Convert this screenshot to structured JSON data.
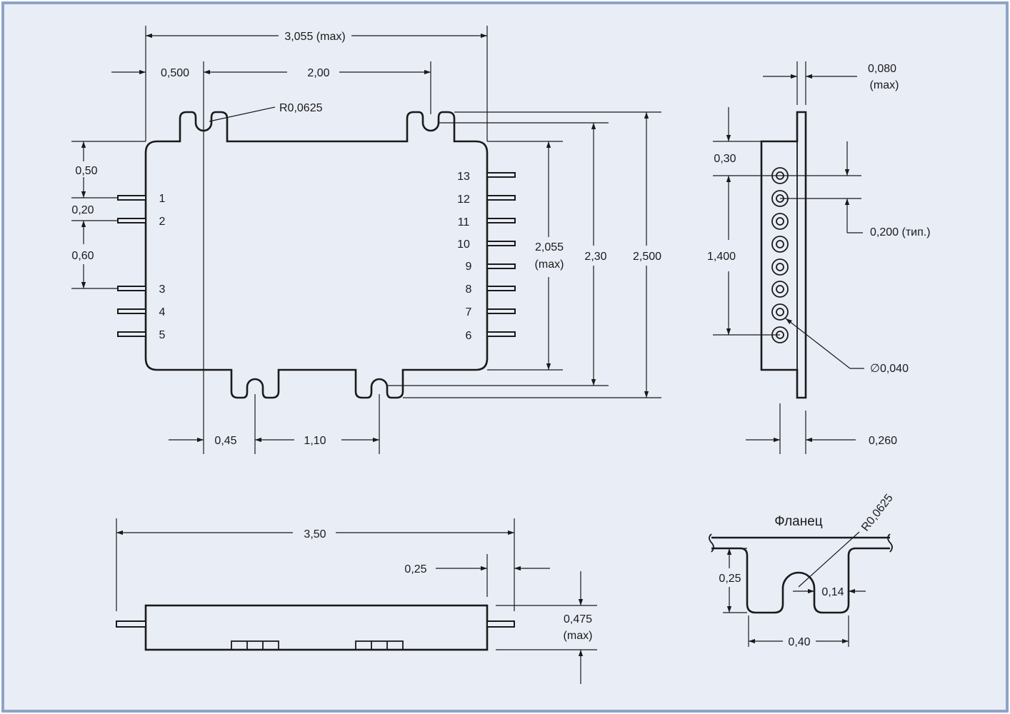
{
  "top_view": {
    "overall_width": "3,055 (max)",
    "ear_offset": "0,500",
    "ear_pitch_top": "2,00",
    "ear_radius": "R0,0625",
    "pin1_offset": "0,50",
    "pin_pitch": "0,20",
    "pin_gap": "0,60",
    "body_height": [
      "2,055",
      "(max)"
    ],
    "ear_span": "2,30",
    "overall_height": "2,500",
    "bottom_ear_offset": "0,45",
    "bottom_ear_pitch": "1,10",
    "pins_left": [
      "1",
      "2",
      "3",
      "4",
      "5"
    ],
    "pins_right": [
      "13",
      "12",
      "11",
      "10",
      "9",
      "8",
      "7",
      "6"
    ]
  },
  "end_view": {
    "flange_thickness": [
      "0,080",
      "(max)"
    ],
    "first_pin_offset": "0,30",
    "pin_pitch": "0,200 (тип.)",
    "pin_span": "1,400",
    "pin_diameter": "∅0,040",
    "width": "0,260"
  },
  "side_view": {
    "overall_length": "3,50",
    "lead_length": "0,25",
    "height": [
      "0,475",
      "(max)"
    ]
  },
  "flange_detail": {
    "title": "Фланец",
    "radius": "R0,0625",
    "depth": "0,25",
    "slot_width": "0,14",
    "width": "0,40"
  }
}
